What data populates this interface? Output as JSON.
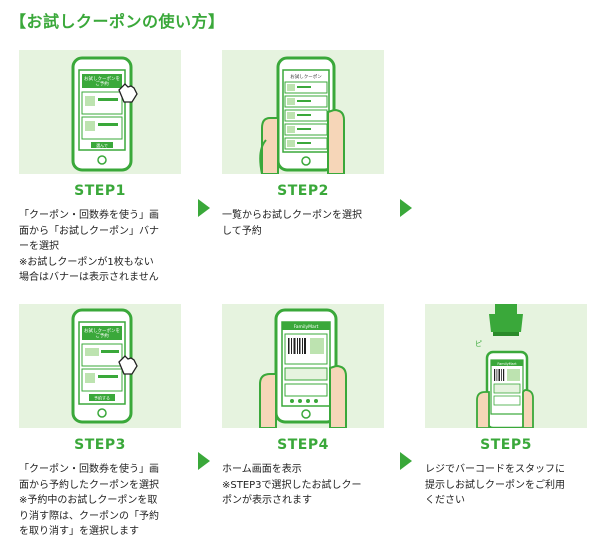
{
  "title": "【お試しクーポンの使い方】",
  "colors": {
    "accent": "#3aa83a",
    "panel_bg": "#e6f3df"
  },
  "steps": [
    {
      "label": "STEP1",
      "screen_text": "お試しクーポンを\nご予約",
      "button_text": "選んで",
      "lines": [
        "「クーポン・回数券を使う」画",
        "面から「お試しクーポン」バナ",
        "ーを選択",
        "※お試しクーポンが1枚もない",
        "場合はバナーは表示されません"
      ]
    },
    {
      "label": "STEP2",
      "screen_text": "お試しクーポン",
      "lines": [
        "一覧からお試しクーポンを選択",
        "して予約"
      ]
    },
    {
      "label": "STEP3",
      "screen_text": "お試しクーポンを\nご予約",
      "button_text": "予約する",
      "lines": [
        "「クーポン・回数券を使う」画",
        "面から予約したクーポンを選択",
        "※予約中のお試しクーポンを取",
        "り消す際は、クーポンの「予約",
        "を取り消す」を選択します"
      ]
    },
    {
      "label": "STEP4",
      "screen_text": "FamilyMart",
      "lines": [
        "ホーム画面を表示",
        "※STEP3で選択したお試しクー",
        "ポンが表示されます"
      ]
    },
    {
      "label": "STEP5",
      "screen_text": "FamilyMart",
      "beep_text": "ピ",
      "lines": [
        "レジでバーコードをスタッフに",
        "提示しお試しクーポンをご利用",
        "ください"
      ]
    }
  ]
}
